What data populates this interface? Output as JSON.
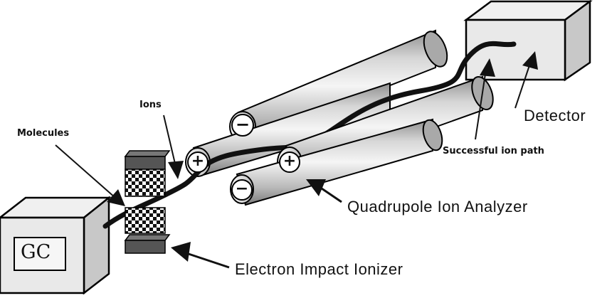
{
  "diagram": {
    "labels": {
      "molecules": "Molecules",
      "ions": "Ions",
      "detector": "Detector",
      "successful_ion_path": "Successful ion path",
      "quadrupole": "Quadrupole Ion Analyzer",
      "ionizer": "Electron Impact Ionizer",
      "gc": "GC"
    },
    "rod_signs": {
      "top_left": "−",
      "top_right": "+",
      "bottom_left": "−",
      "bottom_right": "+"
    },
    "colors": {
      "box_face": "#ececec",
      "box_side": "#cfcfcf",
      "rod_light": "#f2f2f2",
      "rod_dark": "#9a9a9a",
      "ion_path": "#111111"
    }
  }
}
